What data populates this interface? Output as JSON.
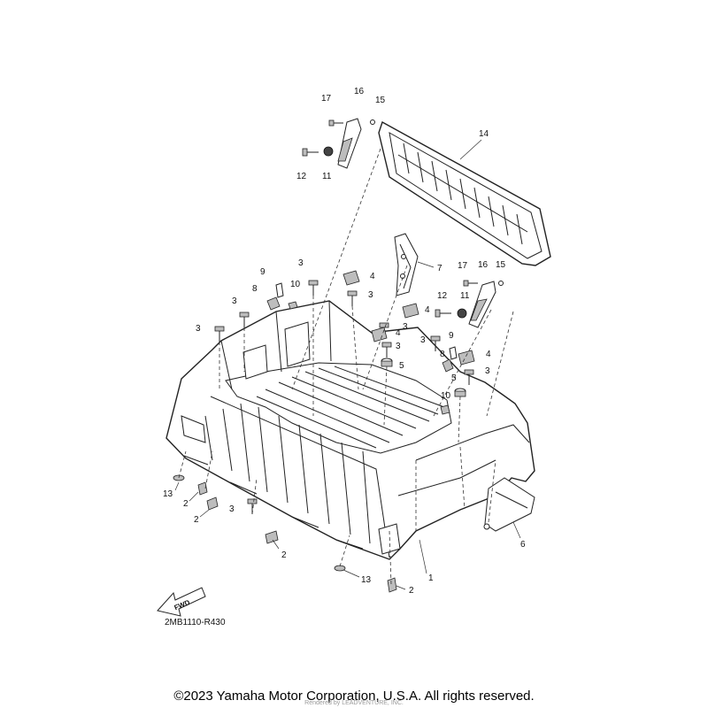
{
  "diagram": {
    "code": "2MB1110-R430",
    "fwd_label": "FWD",
    "callouts": [
      {
        "id": "c17a",
        "label": "17"
      },
      {
        "id": "c16a",
        "label": "16"
      },
      {
        "id": "c15a",
        "label": "15"
      },
      {
        "id": "c14",
        "label": "14"
      },
      {
        "id": "c12a",
        "label": "12"
      },
      {
        "id": "c11a",
        "label": "11"
      },
      {
        "id": "c9a",
        "label": "9"
      },
      {
        "id": "c3a",
        "label": "3"
      },
      {
        "id": "c10a",
        "label": "10"
      },
      {
        "id": "c8a",
        "label": "8"
      },
      {
        "id": "c3b",
        "label": "3"
      },
      {
        "id": "c3c",
        "label": "3"
      },
      {
        "id": "c4a",
        "label": "4"
      },
      {
        "id": "c3d",
        "label": "3"
      },
      {
        "id": "c7",
        "label": "7"
      },
      {
        "id": "c17b",
        "label": "17"
      },
      {
        "id": "c16b",
        "label": "16"
      },
      {
        "id": "c15b",
        "label": "15"
      },
      {
        "id": "c12b",
        "label": "12"
      },
      {
        "id": "c11b",
        "label": "11"
      },
      {
        "id": "c4b",
        "label": "4"
      },
      {
        "id": "c3e",
        "label": "3"
      },
      {
        "id": "c4c",
        "label": "4"
      },
      {
        "id": "c3f",
        "label": "3"
      },
      {
        "id": "c5a",
        "label": "5"
      },
      {
        "id": "c3g",
        "label": "3"
      },
      {
        "id": "c9b",
        "label": "9"
      },
      {
        "id": "c8b",
        "label": "8"
      },
      {
        "id": "c4d",
        "label": "4"
      },
      {
        "id": "c5b",
        "label": "5"
      },
      {
        "id": "c3h",
        "label": "3"
      },
      {
        "id": "c10b",
        "label": "10"
      },
      {
        "id": "c13a",
        "label": "13"
      },
      {
        "id": "c2a",
        "label": "2"
      },
      {
        "id": "c2b",
        "label": "2"
      },
      {
        "id": "c3i",
        "label": "3"
      },
      {
        "id": "c2c",
        "label": "2"
      },
      {
        "id": "c6",
        "label": "6"
      },
      {
        "id": "c1",
        "label": "1"
      },
      {
        "id": "c13b",
        "label": "13"
      },
      {
        "id": "c2d",
        "label": "2"
      }
    ]
  },
  "footer": {
    "copyright": "©2023 Yamaha Motor Corporation, U.S.A. All rights reserved.",
    "watermark": "Rendered by LEADVENTURE, INC."
  }
}
